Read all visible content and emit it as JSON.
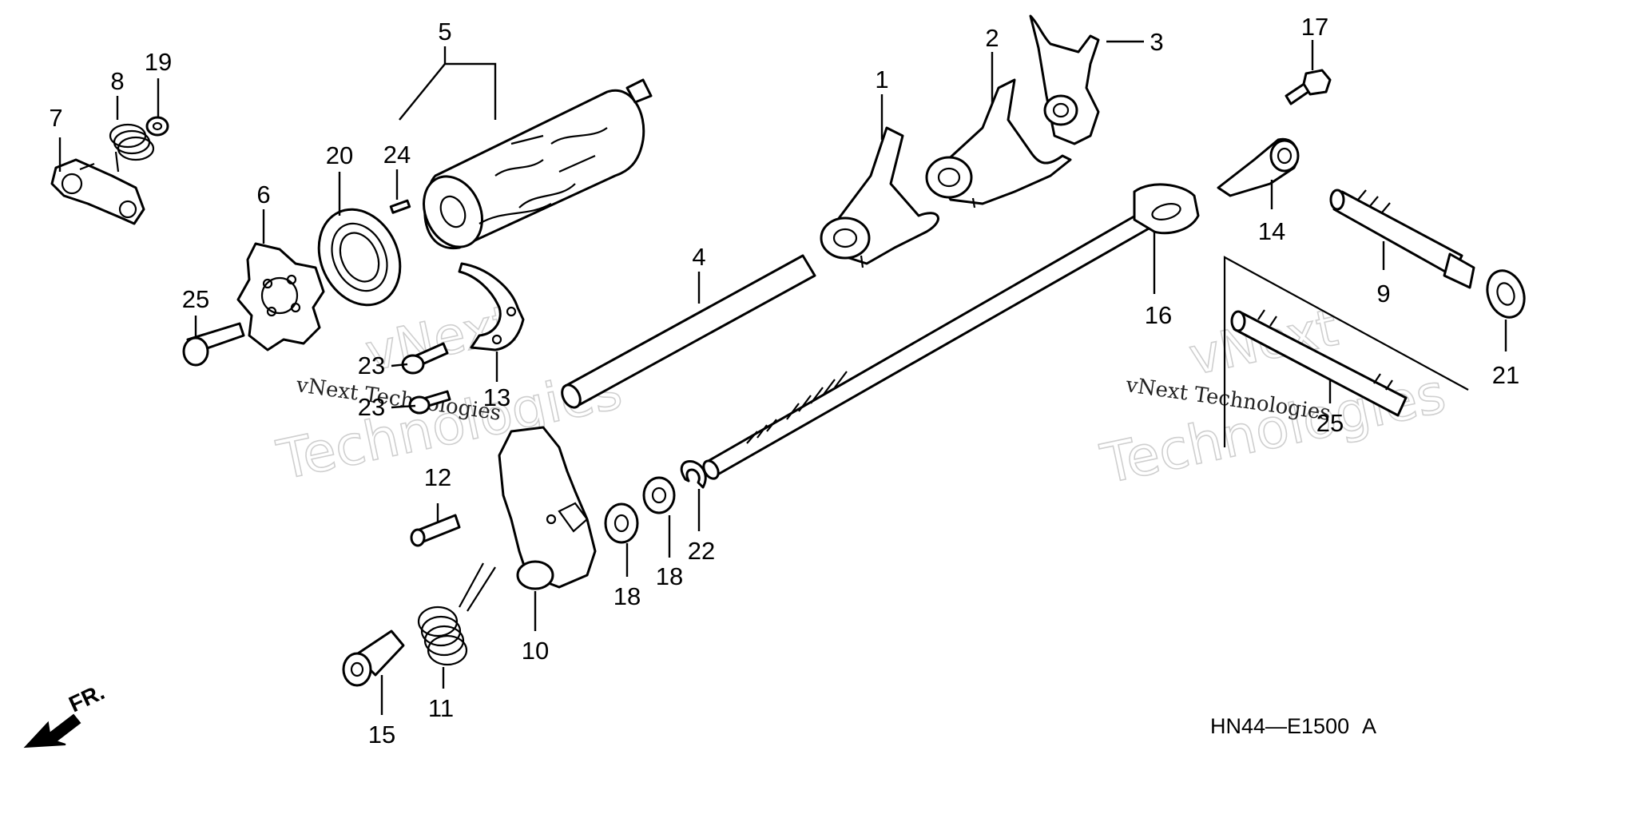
{
  "diagram": {
    "part_labels": {
      "p1": "1",
      "p2": "2",
      "p3": "3",
      "p4": "4",
      "p5": "5",
      "p6": "6",
      "p7": "7",
      "p8": "8",
      "p9": "9",
      "p10": "10",
      "p11": "11",
      "p12": "12",
      "p13": "13",
      "p14": "14",
      "p15": "15",
      "p16": "16",
      "p17": "17",
      "p18a": "18",
      "p18b": "18",
      "p19": "19",
      "p20": "20",
      "p21": "21",
      "p22": "22",
      "p23a": "23",
      "p23b": "23",
      "p24": "24",
      "p25a": "25",
      "p25b": "25"
    },
    "diagram_code": "HN44—E1500",
    "diagram_code_suffix": "A",
    "front_label": "FR.",
    "watermark": {
      "line1": "vNext",
      "line2": "Technologies",
      "small": "vNext Technologies"
    }
  }
}
